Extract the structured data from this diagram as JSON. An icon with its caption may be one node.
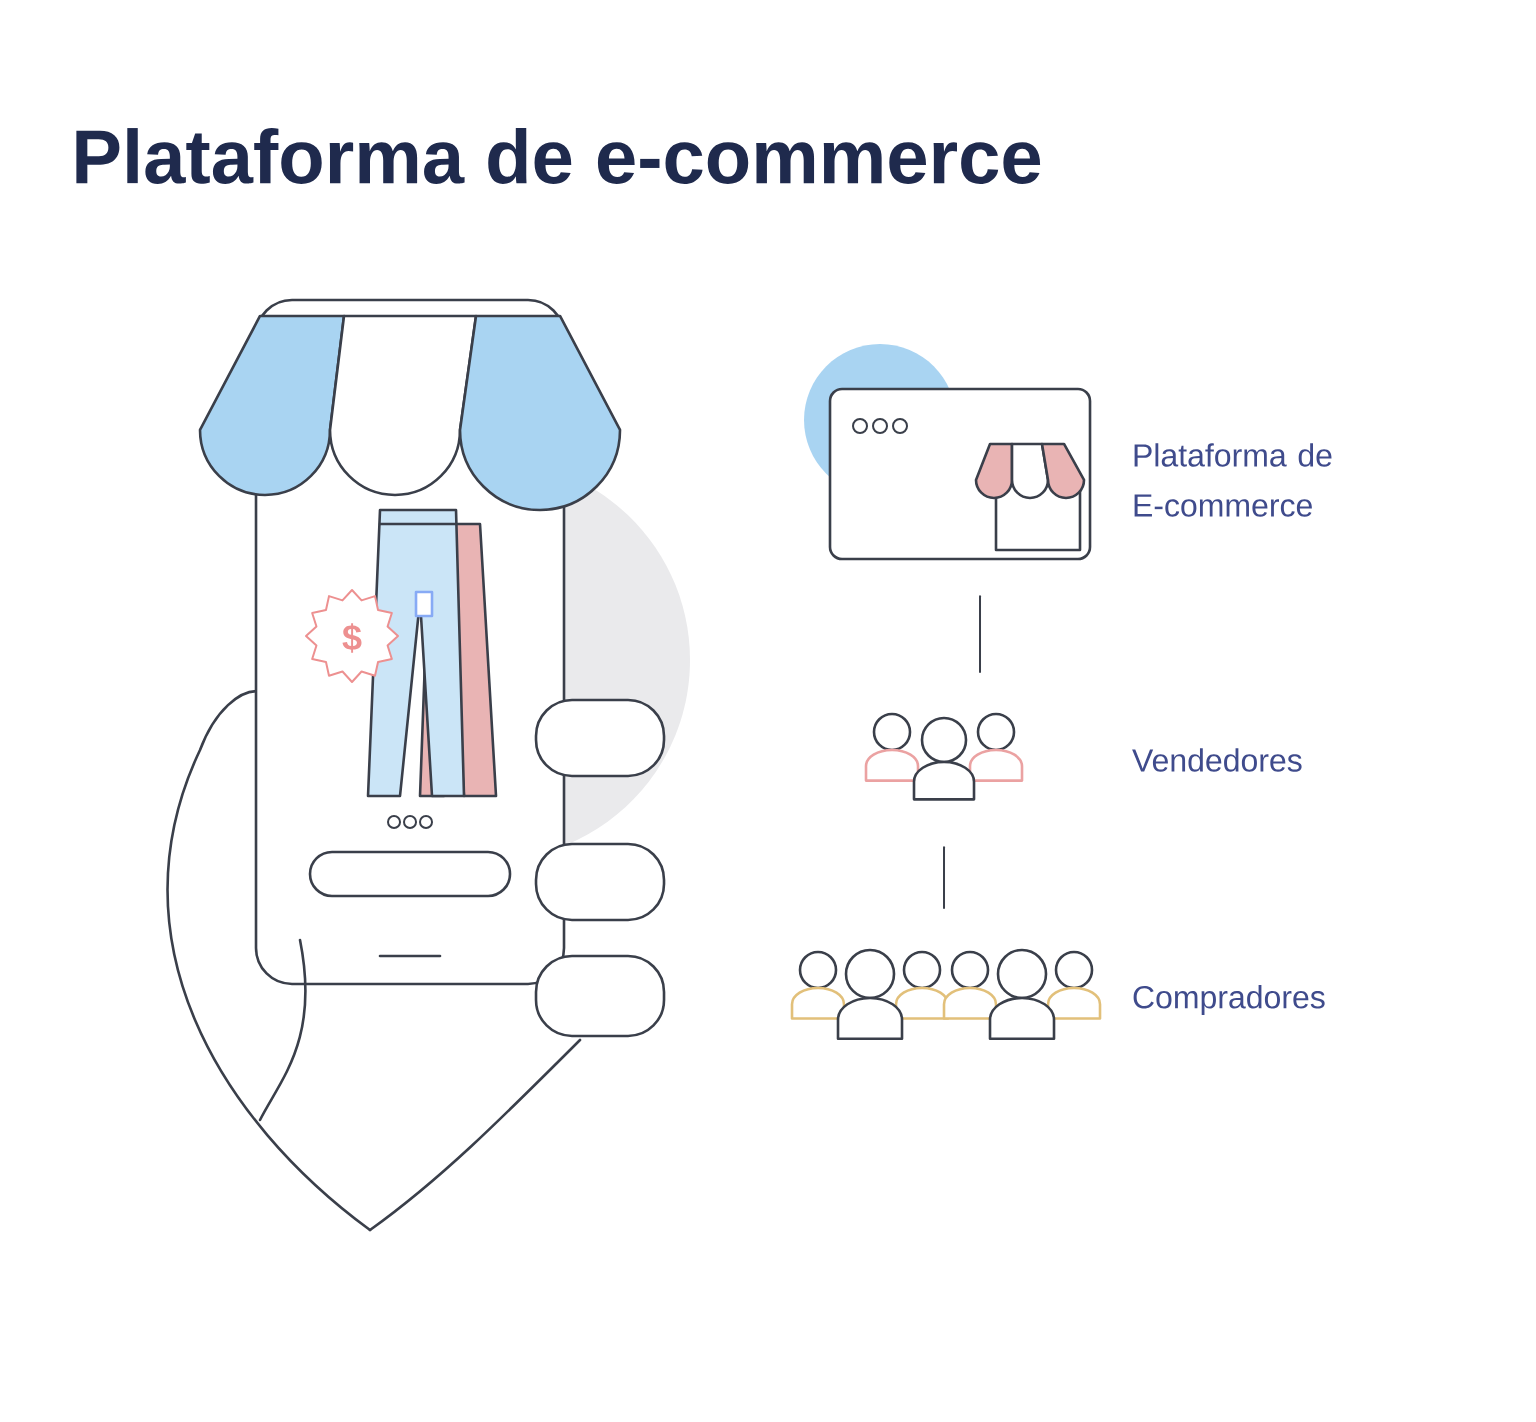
{
  "diagram": {
    "title": "Plataforma de e-commerce",
    "nodes": [
      {
        "text": [],
        "shape": "picture",
        "beside": [
          "Plataforma de E-commerce"
        ]
      },
      {
        "text": [],
        "shape": "picture",
        "beside": [
          "Vendedores"
        ]
      },
      {
        "text": [],
        "shape": "picture",
        "beside": [
          "Compradores"
        ]
      }
    ],
    "edges": [
      {
        "from": 0,
        "to": 1,
        "arrow": "none"
      },
      {
        "from": 1,
        "to": 2,
        "arrow": "none"
      }
    ],
    "labels": [
      "$"
    ]
  }
}
